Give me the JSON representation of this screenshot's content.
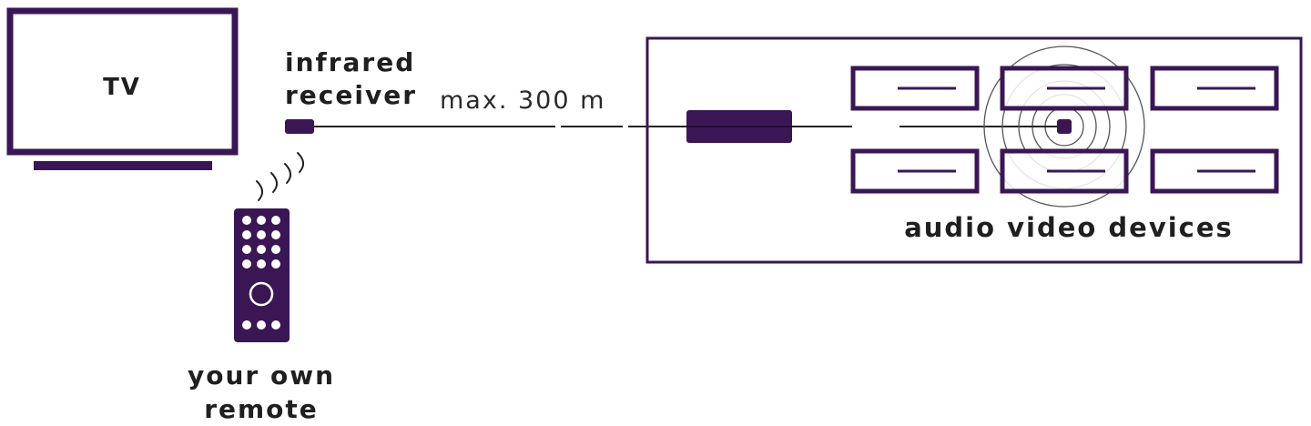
{
  "colors": {
    "primary": "#3b1654",
    "text": "#1f1f1f",
    "background": "#ffffff"
  },
  "labels": {
    "tv": "TV",
    "receiver_line1": "infrared",
    "receiver_line2": "receiver",
    "distance": "max. 300 m",
    "remote_line1": "your own",
    "remote_line2": "remote",
    "devices": "audio video devices"
  },
  "icons": {
    "tv": "tv-icon",
    "receiver": "infrared-receiver-icon",
    "remote": "remote-control-icon",
    "emitter": "infrared-emitter-icon",
    "waves": "infrared-signal-waves"
  }
}
